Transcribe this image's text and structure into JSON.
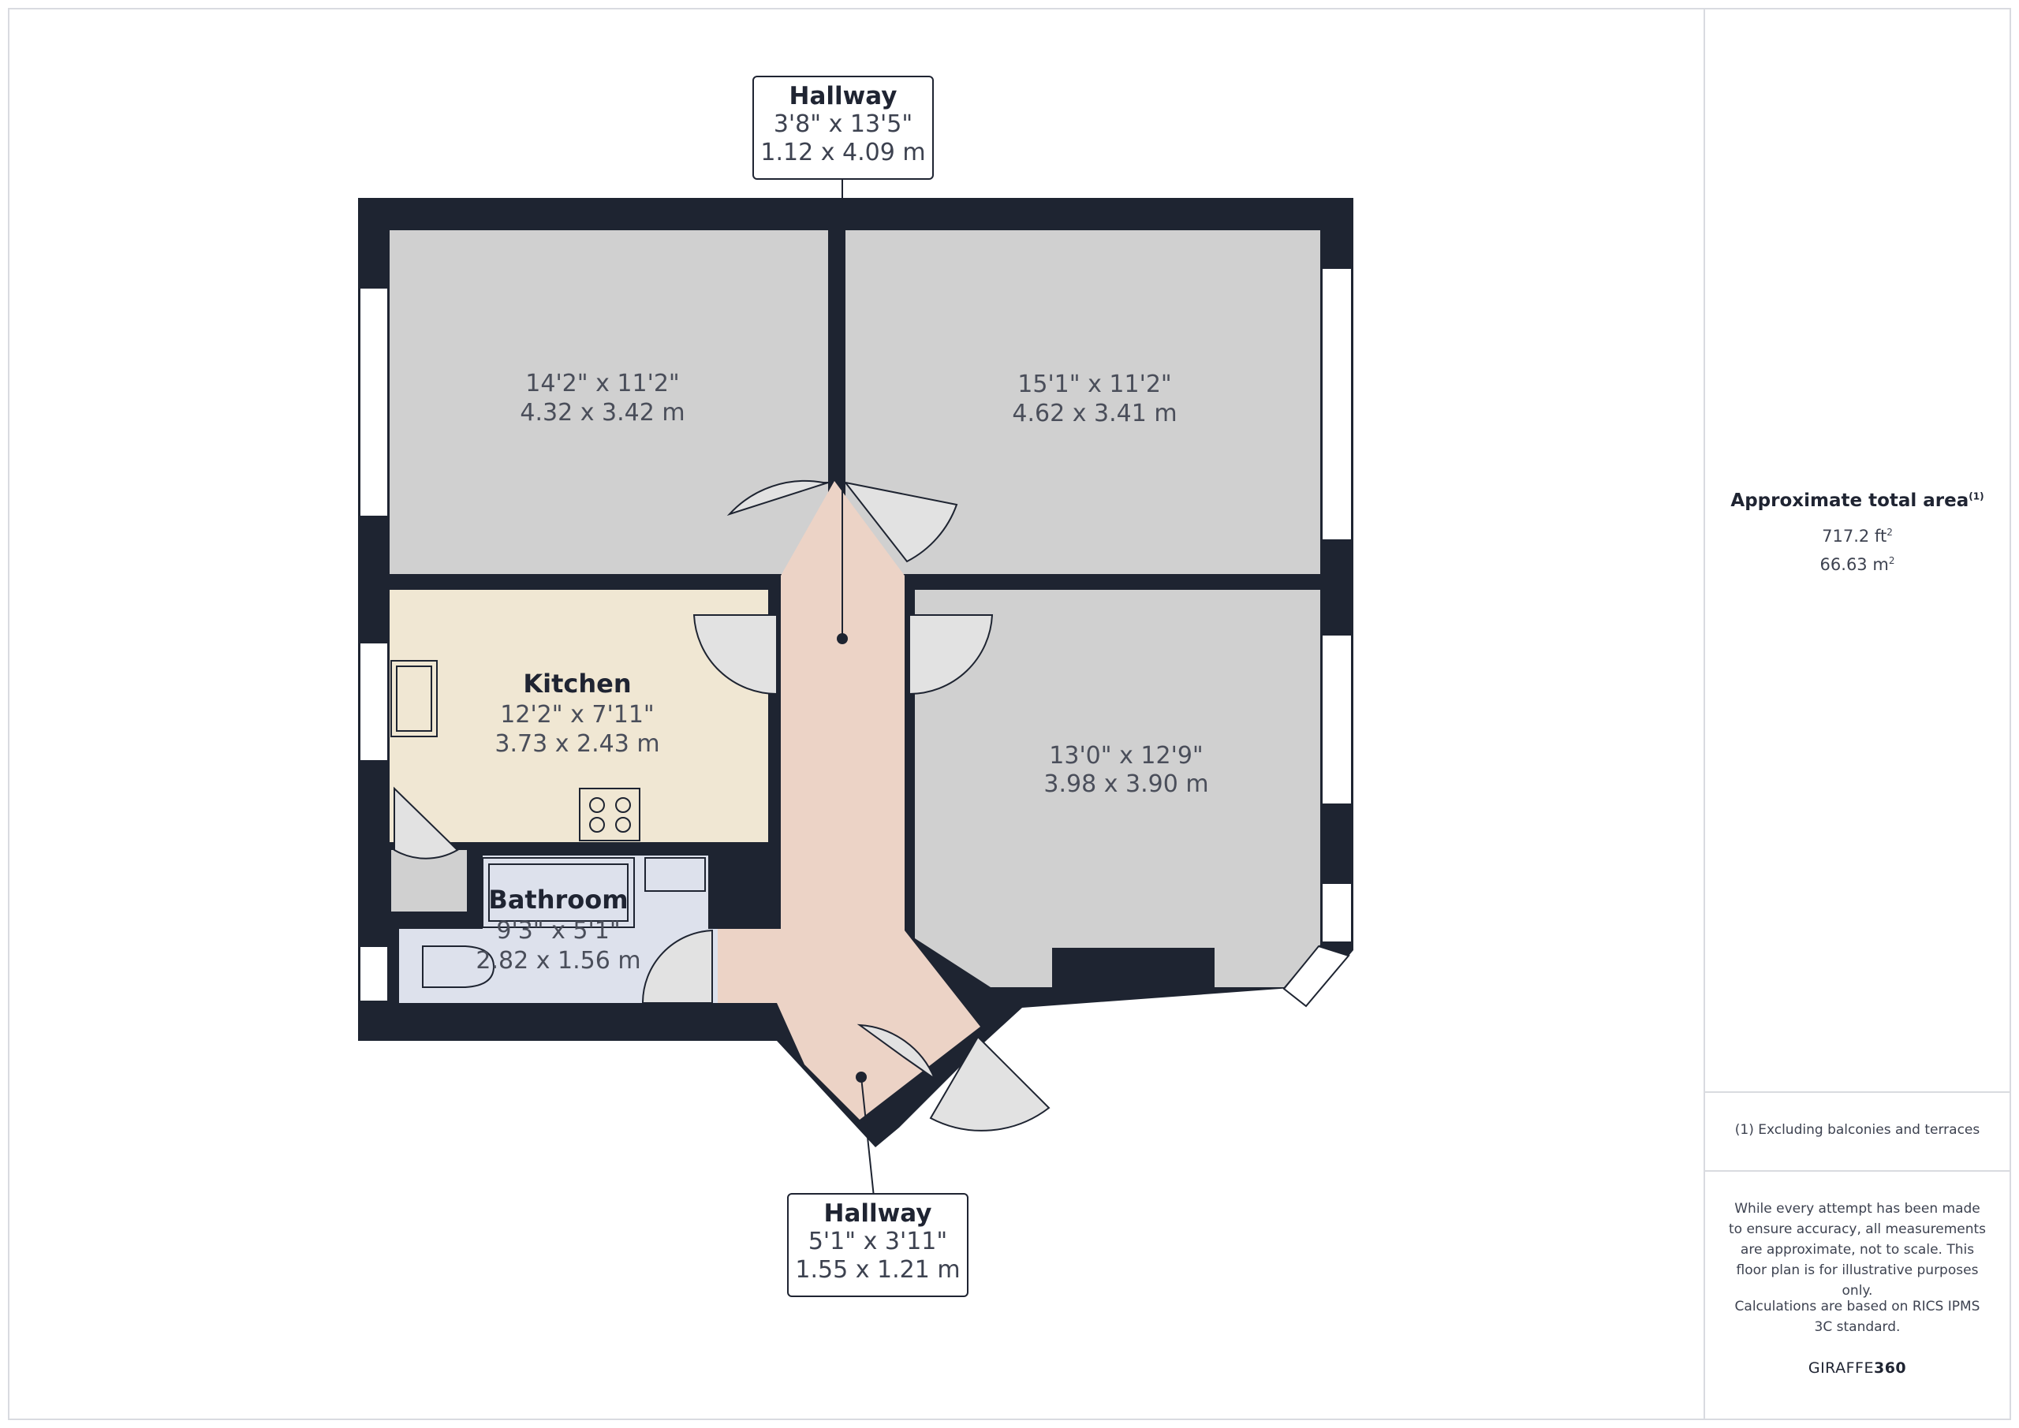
{
  "rooms": {
    "bedroom_left": {
      "dims_imperial": "14'2\" x 11'2\"",
      "dims_metric": "4.32 x 3.42 m"
    },
    "bedroom_right": {
      "dims_imperial": "15'1\" x 11'2\"",
      "dims_metric": "4.62 x 3.41 m"
    },
    "kitchen": {
      "name": "Kitchen",
      "dims_imperial": "12'2\" x 7'11\"",
      "dims_metric": "3.73 x 2.43 m"
    },
    "reception": {
      "dims_imperial": "13'0\" x 12'9\"",
      "dims_metric": "3.98 x 3.90 m"
    },
    "bathroom": {
      "name": "Bathroom",
      "dims_imperial": "9'3\" x 5'1\"",
      "dims_metric": "2.82 x 1.56 m"
    }
  },
  "callouts": {
    "hallway_top": {
      "name": "Hallway",
      "dims_imperial": "3'8\" x 13'5\"",
      "dims_metric": "1.12 x 4.09 m"
    },
    "hallway_bottom": {
      "name": "Hallway",
      "dims_imperial": "5'1\" x 3'11\"",
      "dims_metric": "1.55 x 1.21 m"
    }
  },
  "sidebar": {
    "area_title": "Approximate total area",
    "area_note_marker": "(1)",
    "area_ft": "717.2 ft",
    "area_m": "66.63 m",
    "area_unit_exp": "2",
    "footnote": "(1) Excluding balconies and terraces",
    "disclaimer": "While every attempt has been made to ensure accuracy, all measurements are approximate, not to scale. This floor plan is for illustrative purposes only.",
    "calc_note": "Calculations are based on RICS IPMS 3C standard.",
    "brand_light": "GIRAFFE",
    "brand_bold": "360"
  },
  "colors": {
    "wall": "#1e2431",
    "room_grey": "#d0d0d0",
    "kitchen": "#f0e7d3",
    "bathroom": "#dde1ec",
    "hallway": "#ecd3c6",
    "door_fill": "#e2e2e2"
  }
}
